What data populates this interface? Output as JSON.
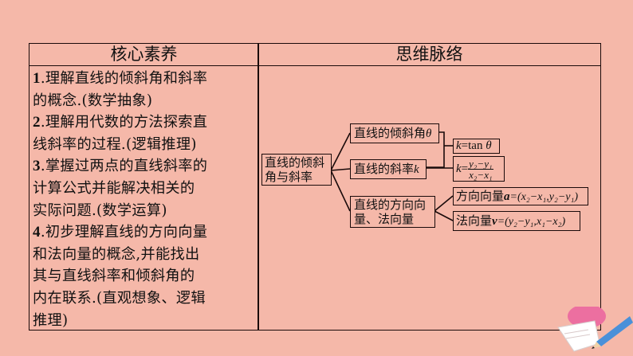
{
  "table": {
    "headers": {
      "left": "核心素养",
      "right": "思维脉络"
    },
    "core_literacy": [
      {
        "num": "1",
        "lines": [
          "理解直线的倾斜角和斜率",
          "的概念.(数学抽象)"
        ]
      },
      {
        "num": "2",
        "lines": [
          "理解用代数的方法探索直",
          "线斜率的过程.(逻辑推理)"
        ]
      },
      {
        "num": "3",
        "lines": [
          "掌握过两点的直线斜率的",
          "计算公式并能解决相关的",
          "实际问题.(数学运算)"
        ]
      },
      {
        "num": "4",
        "lines": [
          "初步理解直线的方向向量",
          "和法向量的概念,并能找出",
          "其与直线斜率和倾斜角的",
          "内在联系.(直观想象、逻辑",
          "推理)"
        ]
      }
    ]
  },
  "mindmap": {
    "root": {
      "line1": "直线的倾斜",
      "line2": "角与斜率"
    },
    "branch_angle": {
      "text": "直线的倾斜角",
      "symbol": "θ"
    },
    "branch_slope": {
      "text": "直线的斜率",
      "symbol": "k"
    },
    "branch_vector": {
      "line1": "直线的方向向",
      "line2": "量、法向量"
    },
    "formula_tan": {
      "lhs": "k",
      "eq": "=tan ",
      "theta": "θ"
    },
    "formula_slope": {
      "lhs": "k",
      "eq": "=",
      "numerator": "y₂−y₁",
      "denominator": "x₂−x₁"
    },
    "direction_vector": {
      "label": "方向向量",
      "symbol": "a",
      "expr": "=(x₂−x₁,y₂−y₁)"
    },
    "normal_vector": {
      "label": "法向量",
      "symbol": "v",
      "expr": "=(y₂−y₁,x₁−x₂)"
    }
  },
  "decoration": {
    "icon": "pencil-and-paper-icon"
  },
  "colors": {
    "background": "#f5b8a9",
    "border": "#1a0a0a",
    "pencil": "#4a90d9",
    "bubble": "#ec6fa0"
  }
}
